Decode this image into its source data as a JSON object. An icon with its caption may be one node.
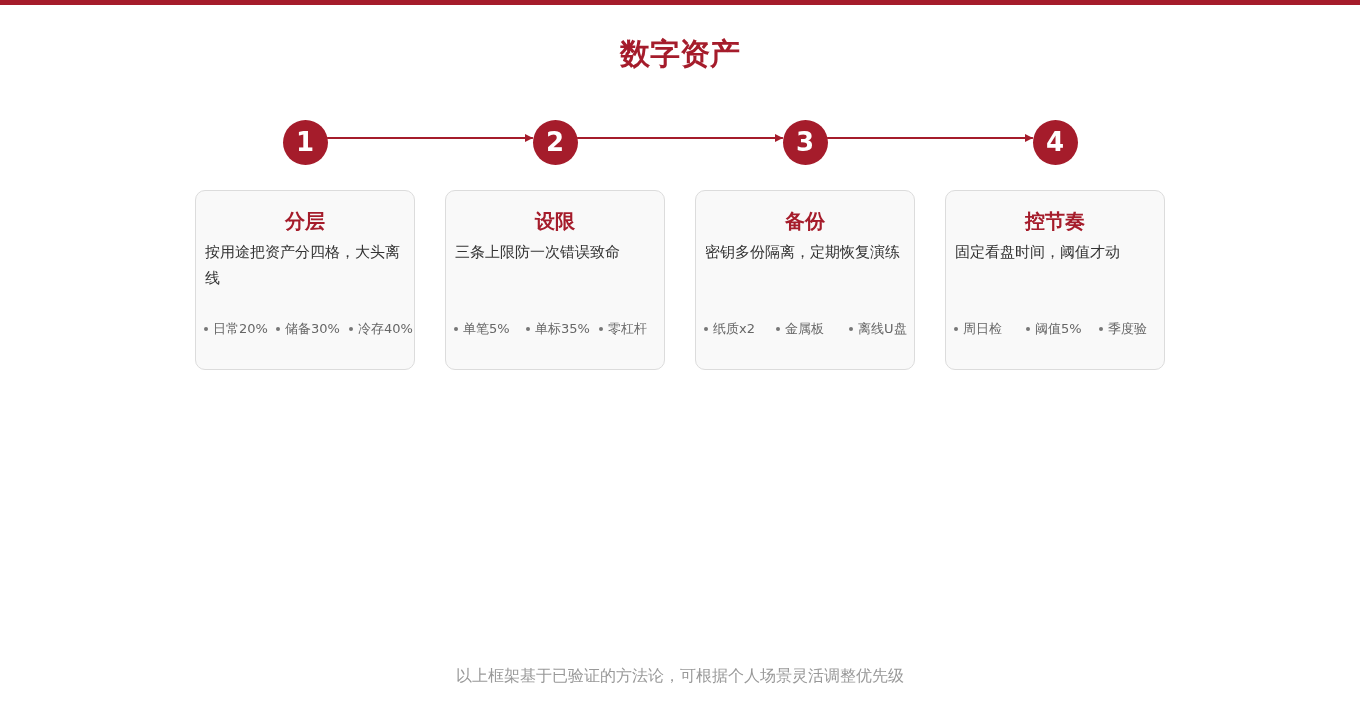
{
  "diagram": {
    "title": "数字资产",
    "nodes": [
      {
        "text": [
          "1"
        ]
      },
      {
        "text": [
          "2"
        ]
      },
      {
        "text": [
          "3"
        ]
      },
      {
        "text": [
          "4"
        ]
      },
      {
        "text": [
          "分层",
          "按用途把资产分四格，大头离线",
          "日常20%",
          "储备30%",
          "冷存40%"
        ]
      },
      {
        "text": [
          "设限",
          "三条上限防一次错误致命",
          "单笔5%",
          "单标35%",
          "零杠杆"
        ]
      },
      {
        "text": [
          "备份",
          "密钥多份隔离，定期恢复演练",
          "纸质x2",
          "金属板",
          "离线U盘"
        ]
      },
      {
        "text": [
          "控节奏",
          "固定看盘时间，阈值才动",
          "周日检",
          "阈值5%",
          "季度验"
        ]
      }
    ],
    "edges": [
      {
        "from": 0,
        "to": 1,
        "arrow": "to"
      },
      {
        "from": 1,
        "to": 2,
        "arrow": "to"
      },
      {
        "from": 2,
        "to": 3,
        "arrow": "to"
      }
    ],
    "labels": [
      "以上框架基于已验证的方法论，可根据个人场景灵活调整优先级"
    ]
  }
}
